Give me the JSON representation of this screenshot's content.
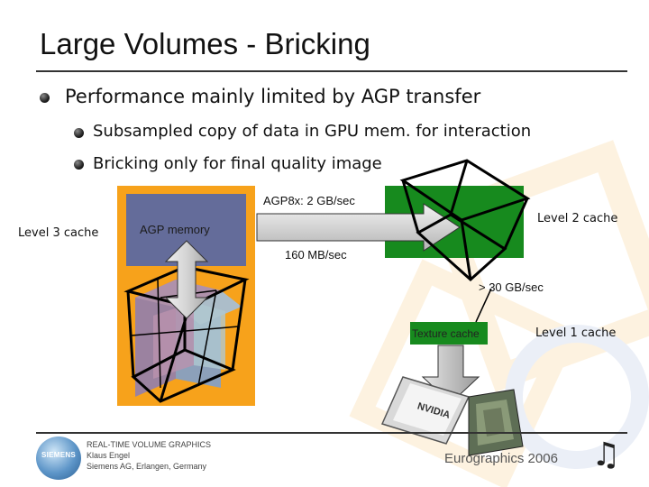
{
  "slide": {
    "title": "Large Volumes - Bricking",
    "bullet_main": "Performance mainly limited by AGP transfer",
    "sub_bullets": [
      "Subsampled copy of data in GPU mem. for interaction",
      "Bricking only for final quality image"
    ]
  },
  "diagram": {
    "level3_label": "Level 3 cache",
    "agp_memory_label": "AGP memory",
    "agp_rate_label": "AGP8x: 2 GB/sec",
    "level2_label": "Level 2 cache",
    "transfer_rate_label": "160 MB/sec",
    "gpu_rate_label": "> 30 GB/sec",
    "texture_cache_label": "Texture cache",
    "level1_label": "Level 1 cache",
    "chip_label": "NVIDIA",
    "colors": {
      "orange": "#f7a21b",
      "agp_blue": "#646c9a",
      "green": "#178a1e",
      "arrow_gray": "#cfcfcf"
    }
  },
  "footer": {
    "logo_text": "SIEMENS",
    "line1": "REAL-TIME VOLUME GRAPHICS",
    "line2": "Klaus Engel",
    "line3": "Siemens AG, Erlangen, Germany",
    "conference": "Eurographics 2006",
    "music_icon": "♫"
  }
}
